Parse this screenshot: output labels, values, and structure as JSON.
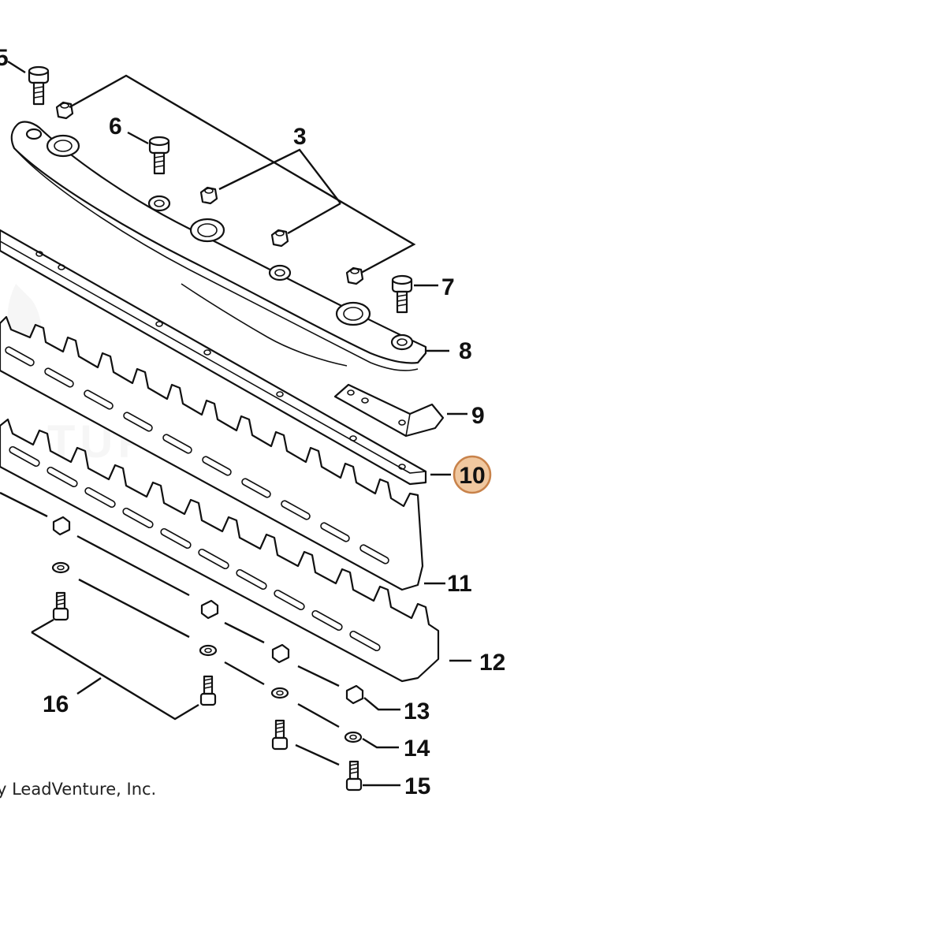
{
  "diagram": {
    "callouts": {
      "c5": "5",
      "c6": "6",
      "c3": "3",
      "c7": "7",
      "c8": "8",
      "c9": "9",
      "c10": "10",
      "c11": "11",
      "c12": "12",
      "c13": "13",
      "c14": "14",
      "c15": "15",
      "c16": "16"
    },
    "highlighted_callout": "10",
    "copyright": "y LeadVenture, Inc.",
    "watermark": "TUF",
    "colors": {
      "highlight_fill": "#f0c8a0",
      "highlight_stroke": "#c8824a",
      "line": "#111111",
      "watermark": "#eeeeee"
    }
  }
}
